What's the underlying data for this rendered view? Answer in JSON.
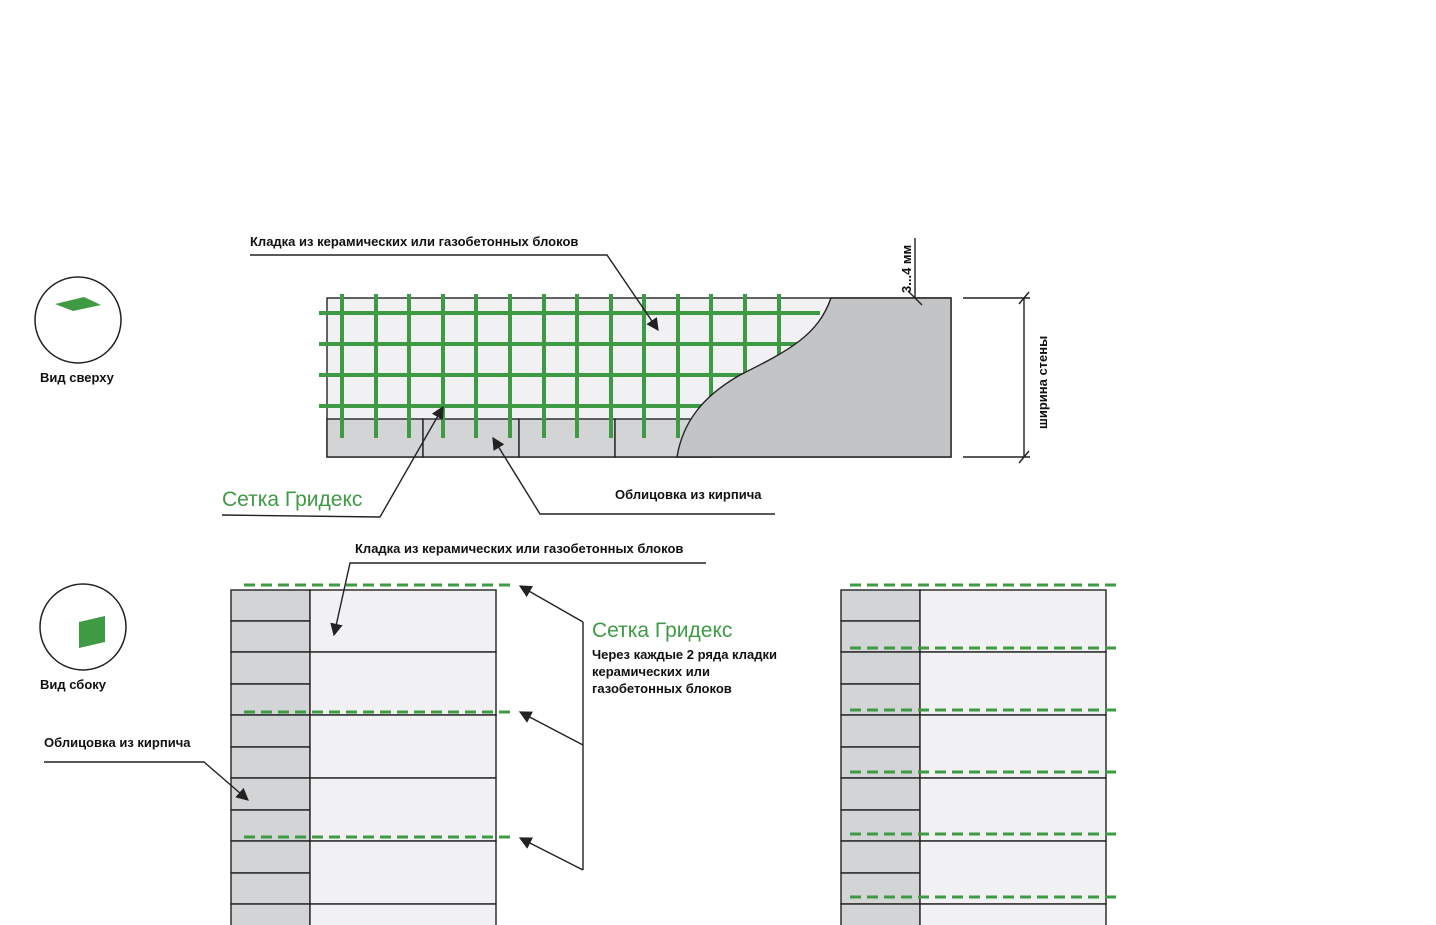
{
  "legend": {
    "top_view": "Вид сверху",
    "side_view": "Вид сбоку"
  },
  "top_diagram": {
    "masonry_label": "Кладка из керамических или газобетонных блоков",
    "mesh_label": "Сетка Гридекс",
    "cladding_label": "Облицовка из кирпича",
    "gap_label": "3...4 мм",
    "width_label": "ширина стены"
  },
  "side_diagram": {
    "masonry_label": "Кладка из керамических или газобетонных блоков",
    "mesh_label": "Сетка Гридекс",
    "mesh_note": [
      "Через каждые 2 ряда кладки",
      "керамических или",
      "газобетонных блоков"
    ],
    "cladding_label": "Облицовка из кирпича"
  },
  "colors": {
    "mesh_green": "#3f9a44",
    "block_fill": "#f1f1f3",
    "brick_fill": "#d3d4d6",
    "wall_grey": "#c3c4c6"
  },
  "icons": {
    "top_view": "green-sheet-flat-icon",
    "side_view": "green-sheet-vertical-icon"
  }
}
